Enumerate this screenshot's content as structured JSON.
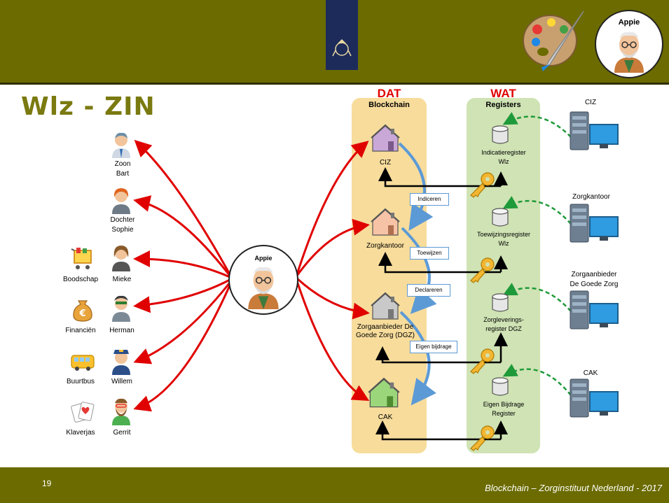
{
  "slide": {
    "title": "Wlz - ZIN",
    "page_number": "19",
    "footer": "Blockchain – Zorginstituut Nederland - 2017",
    "colors": {
      "bar": "#6b6b00",
      "title": "#7a7a10",
      "red_arrow": "#e00000",
      "blue_arrow": "#5c9ad6",
      "green_dash": "#1f9a3a"
    }
  },
  "header": {
    "appie_badge": "Appie"
  },
  "people": [
    {
      "name": "Zoon",
      "sub": "Bart"
    },
    {
      "name": "Dochter",
      "sub": "Sophie"
    },
    {
      "name": "Mieke",
      "extra": "Boodschap"
    },
    {
      "name": "Herman",
      "extra": "Financiën"
    },
    {
      "name": "Willem",
      "extra": "Buurtbus"
    },
    {
      "name": "Gerrit",
      "extra": "Klaverjas"
    }
  ],
  "center_person": {
    "label": "Appie"
  },
  "dat_lane": {
    "heading": "DAT",
    "sub": "Blockchain",
    "nodes": [
      {
        "label": "CIZ"
      },
      {
        "label": "Zorgkantoor"
      },
      {
        "label": "Zorgaanbieder De Goede Zorg (DGZ)"
      },
      {
        "label": "CAK"
      }
    ]
  },
  "wat_lane": {
    "heading": "WAT",
    "sub": "Registers",
    "registers": [
      {
        "line1": "Indicatieregister",
        "line2": "Wlz"
      },
      {
        "line1": "Toewijzingsregister",
        "line2": "Wlz"
      },
      {
        "line1": "Zorgleverings-",
        "line2": "register DGZ"
      },
      {
        "line1": "Eigen Bijdrage",
        "line2": "Register"
      }
    ]
  },
  "actions": [
    "Indiceren",
    "Toewijzen",
    "Declareren",
    "Eigen bijdrage"
  ],
  "servers": [
    {
      "label": "CIZ"
    },
    {
      "label": "Zorgkantoor"
    },
    {
      "line1": "Zorgaanbieder",
      "line2": "De Goede Zorg"
    },
    {
      "label": "CAK"
    }
  ]
}
